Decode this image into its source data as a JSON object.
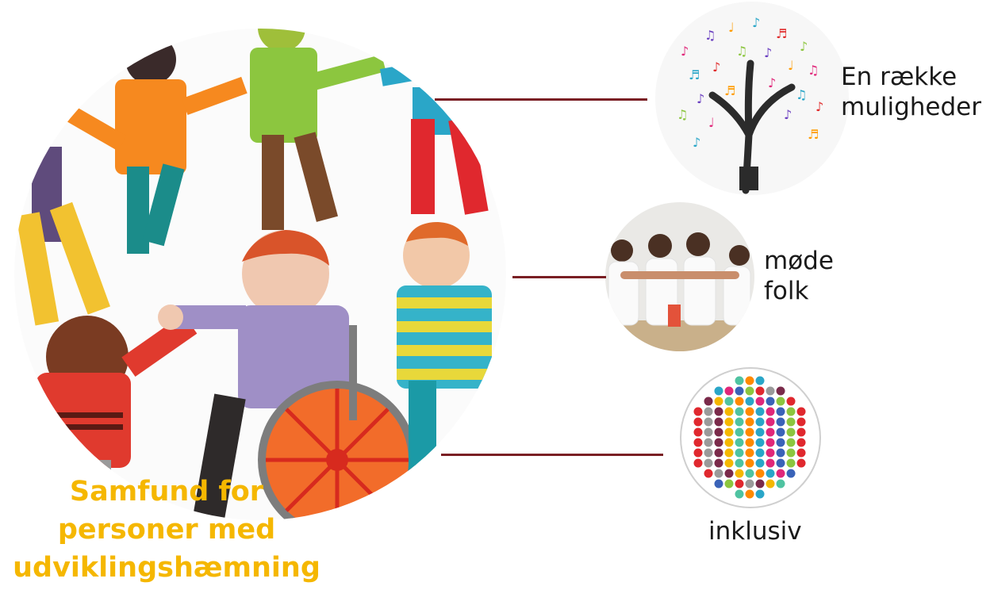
{
  "connections": [
    {
      "id": "tree",
      "lines": [
        "En række",
        "muligheder"
      ]
    },
    {
      "id": "people",
      "lines": [
        "møde",
        "folk"
      ]
    },
    {
      "id": "dots",
      "lines": [
        "inklusiv"
      ]
    }
  ],
  "main": {
    "title_lines": [
      "Samfund for",
      "personer med",
      "udviklingshæmning"
    ]
  },
  "colors": {
    "title": "#f5b700",
    "connector": "#7a1f24",
    "label": "#1a1a1a"
  }
}
